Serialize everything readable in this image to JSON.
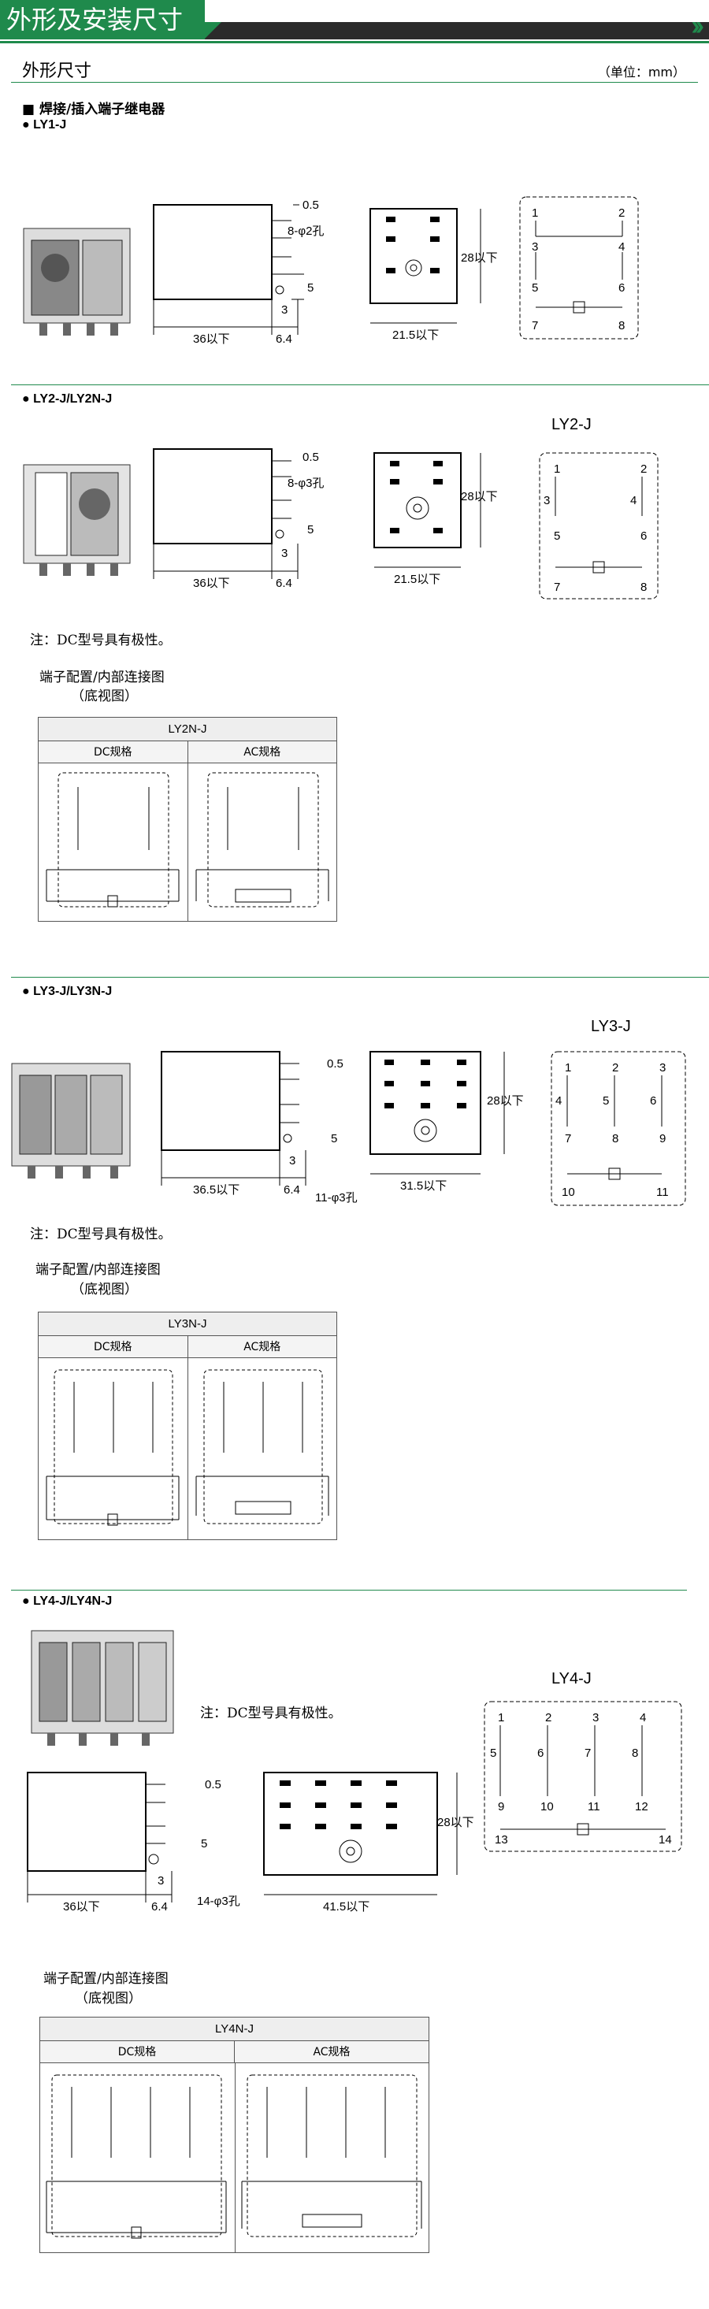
{
  "header": {
    "title": "外形及安装尺寸",
    "arrows": "››"
  },
  "section": {
    "title": "外形尺寸",
    "units": "（单位：mm）"
  },
  "category": "■ 焊接/插入端子继电器",
  "models": {
    "ly1": {
      "name": "LY1-J",
      "dims": {
        "top_gap": "0.5",
        "pins": "8-φ2孔",
        "pin_pitch": "5",
        "bottom": "3",
        "length": "36以下",
        "pin_off": "6.4",
        "width": "21.5以下",
        "height": "28以下"
      },
      "pins": [
        "1",
        "2",
        "3",
        "4",
        "5",
        "6",
        "7",
        "8"
      ]
    },
    "ly2": {
      "name": "LY2-J/LY2N-J",
      "variant": "LY2-J",
      "dims": {
        "top_gap": "0.5",
        "pins": "8-φ3孔",
        "pin_pitch": "5",
        "bottom": "3",
        "length": "36以下",
        "pin_off": "6.4",
        "width": "21.5以下",
        "height": "28以下"
      },
      "pins": [
        "1",
        "2",
        "3",
        "4",
        "5",
        "6",
        "7",
        "8"
      ],
      "note": "注：DC型号具有极性。",
      "terminal_title": "端子配置/内部连接图",
      "terminal_sub": "（底视图）",
      "table": {
        "title": "LY2N-J",
        "dc": "DC规格",
        "ac": "AC规格"
      }
    },
    "ly3": {
      "name": "LY3-J/LY3N-J",
      "variant": "LY3-J",
      "dims": {
        "top_gap": "0.5",
        "pins": "11-φ3孔",
        "pin_pitch": "5",
        "bottom": "3",
        "length": "36.5以下",
        "pin_off": "6.4",
        "width": "31.5以下",
        "height": "28以下"
      },
      "pins": [
        "1",
        "2",
        "3",
        "4",
        "5",
        "6",
        "7",
        "8",
        "9",
        "10",
        "11"
      ],
      "note": "注：DC型号具有极性。",
      "terminal_title": "端子配置/内部连接图",
      "terminal_sub": "（底视图）",
      "table": {
        "title": "LY3N-J",
        "dc": "DC规格",
        "ac": "AC规格"
      }
    },
    "ly4": {
      "name": "LY4-J/LY4N-J",
      "variant": "LY4-J",
      "dims": {
        "top_gap": "0.5",
        "pins": "14-φ3孔",
        "pin_pitch": "5",
        "bottom": "3",
        "length": "36以下",
        "pin_off": "6.4",
        "width": "41.5以下",
        "height": "28以下"
      },
      "pins": [
        "1",
        "2",
        "3",
        "4",
        "5",
        "6",
        "7",
        "8",
        "9",
        "10",
        "11",
        "12",
        "13",
        "14"
      ],
      "note": "注：DC型号具有极性。",
      "terminal_title": "端子配置/内部连接图",
      "terminal_sub": "（底视图）",
      "table": {
        "title": "LY4N-J",
        "dc": "DC规格",
        "ac": "AC规格"
      }
    }
  },
  "colors": {
    "brand": "#1f8a4c",
    "dark": "#2b2b2b"
  }
}
